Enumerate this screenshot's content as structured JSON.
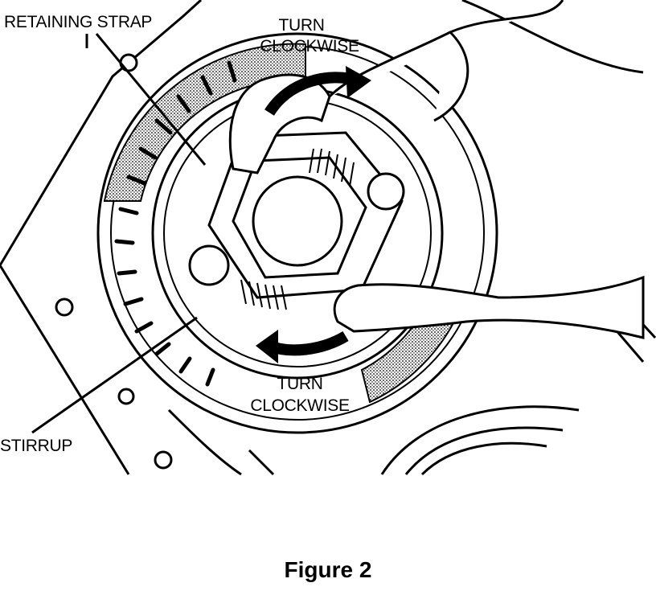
{
  "labels": {
    "retaining_strap": "RETAINING STRAP",
    "turn_clockwise_top_1": "TURN",
    "turn_clockwise_top_2": "CLOCKWISE",
    "turn_clockwise_bottom_1": "TURN",
    "turn_clockwise_bottom_2": "CLOCKWISE",
    "stirrup": "STIRRUP"
  },
  "caption": "Figure 2",
  "colors": {
    "ink": "#000000",
    "paper": "#ffffff",
    "shade": "#7a7a7a"
  }
}
